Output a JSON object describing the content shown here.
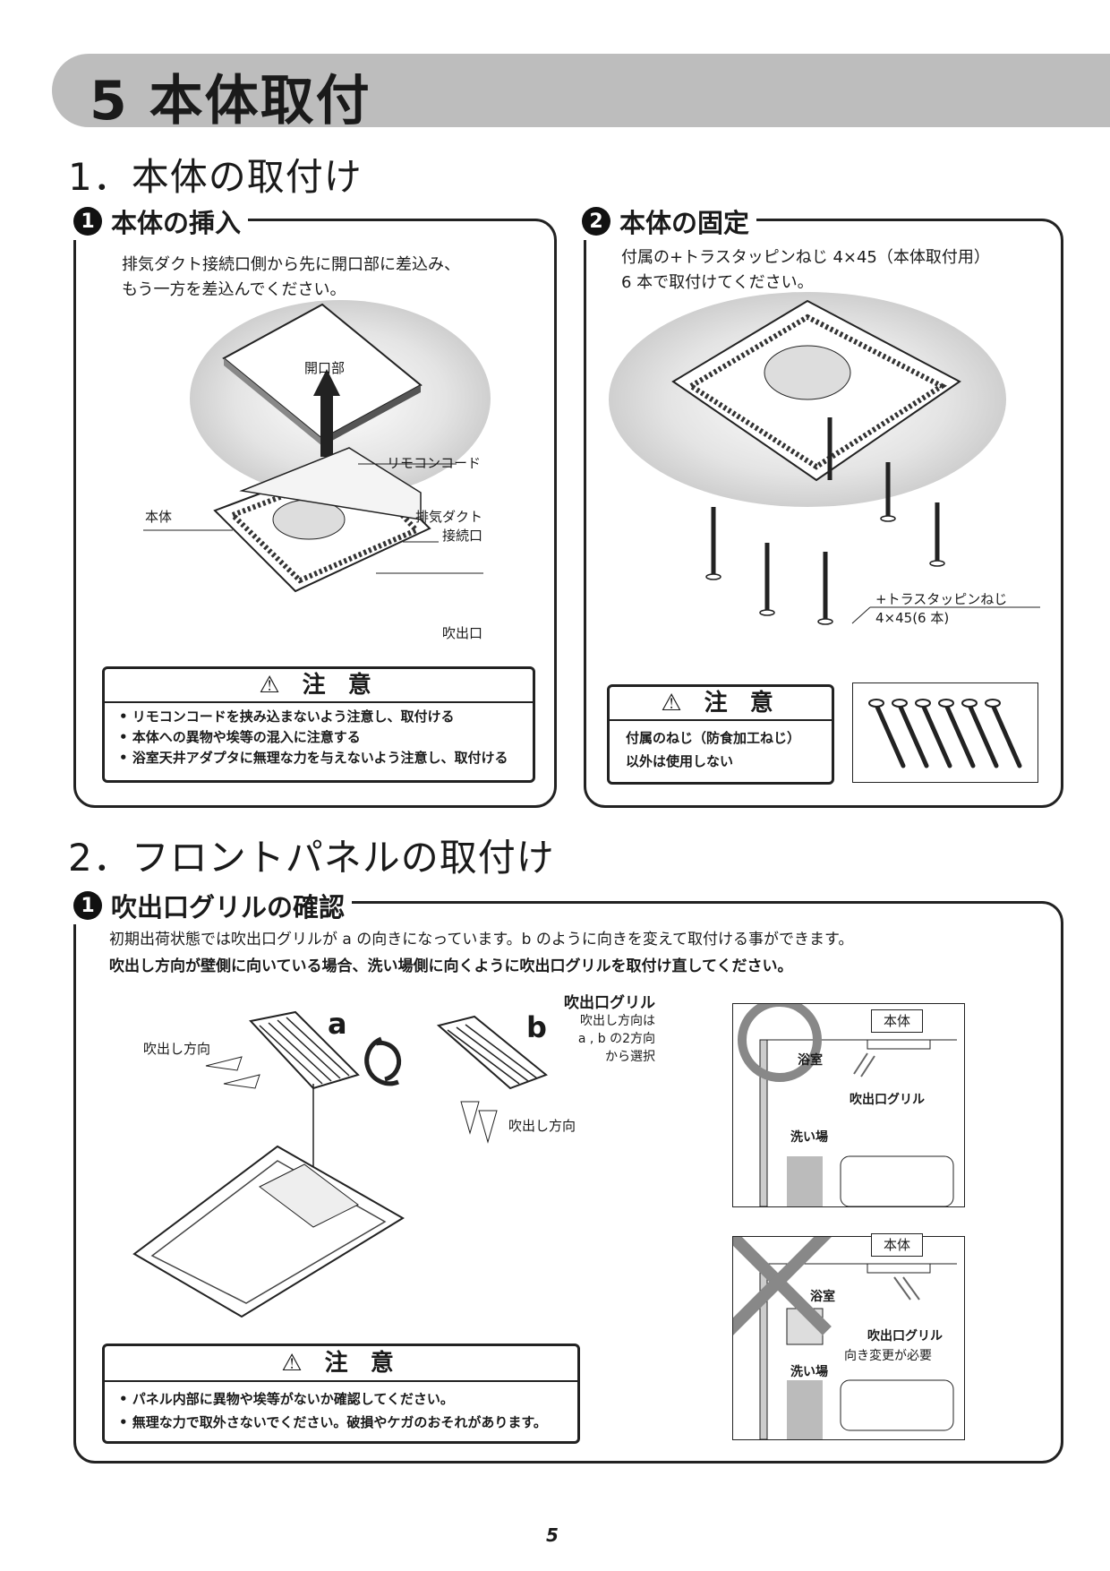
{
  "header": {
    "title": "5 本体取付"
  },
  "section1": {
    "title": "1．本体の取付け",
    "step1": {
      "number": "1",
      "title": "本体の挿入",
      "desc_line1": "排気ダクト接続口側から先に開口部に差込み、",
      "desc_line2": "もう一方を差込んでください。",
      "labels": {
        "opening": "開口部",
        "remote_cord": "リモコンコード",
        "body": "本体",
        "duct_line1": "排気ダクト",
        "duct_line2": "接続口",
        "outlet": "吹出口"
      },
      "caution": {
        "title": "注 意",
        "items": [
          "• リモコンコードを挟み込まないよう注意し、取付ける",
          "• 本体への異物や埃等の混入に注意する",
          "• 浴室天井アダプタに無理な力を与えないよう注意し、取付ける"
        ]
      }
    },
    "step2": {
      "number": "2",
      "title": "本体の固定",
      "desc_line1": "付属の+トラスタッピンねじ 4×45（本体取付用）",
      "desc_line2": "6 本で取付けてください。",
      "labels": {
        "screw_line1": "+トラスタッピンねじ",
        "screw_line2": "4×45(6 本)"
      },
      "caution": {
        "title": "注 意",
        "items": [
          "付属のねじ（防食加工ねじ）",
          "以外は使用しない"
        ]
      }
    }
  },
  "section2": {
    "title": "2．フロントパネルの取付け",
    "step1": {
      "number": "1",
      "title": "吹出口グリルの確認",
      "desc_line1": "初期出荷状態では吹出口グリルが a の向きになっています。b のように向きを変えて取付ける事ができます。",
      "desc_line2": "吹出し方向が壁側に向いている場合、洗い場側に向くように吹出口グリルを取付け直してください。",
      "labels": {
        "a": "a",
        "b": "b",
        "blow_dir_a": "吹出し方向",
        "blow_dir_b": "吹出し方向",
        "grille_title": "吹出口グリル",
        "grille_note1": "吹出し方向は",
        "grille_note2": "a , b の2方向",
        "grille_note3": "から選択",
        "ok_body": "本体",
        "ok_bath": "浴室",
        "ok_grille": "吹出口グリル",
        "ok_wash": "洗い場",
        "ng_body": "本体",
        "ng_bath": "浴室",
        "ng_grille": "吹出口グリル",
        "ng_change": "向き変更が必要",
        "ng_wash": "洗い場"
      },
      "caution": {
        "title": "注 意",
        "items": [
          "• パネル内部に異物や埃等がないか確認してください。",
          "• 無理な力で取外さないでください。破損やケガのおそれがあります。"
        ]
      }
    }
  },
  "page_number": "5"
}
